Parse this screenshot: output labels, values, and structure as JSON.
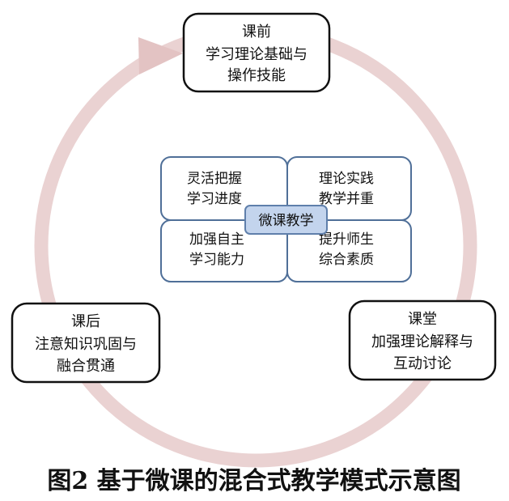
{
  "colors": {
    "cycle_ring": "#ead2d2",
    "cycle_arrow": "#e3c3c3",
    "stage_box_border": "#111111",
    "stage_box_fill": "#ffffff",
    "quadrant_border": "#4f6f98",
    "quadrant_fill": "#ffffff",
    "center_fill": "#c3d4ed",
    "center_border": "#5f7fab",
    "text": "#111111"
  },
  "stages": {
    "before": {
      "title": "课前",
      "lines": [
        "学习理论基础与",
        "操作技能"
      ]
    },
    "during": {
      "title": "课堂",
      "lines": [
        "加强理论解释与",
        "互动讨论"
      ]
    },
    "after": {
      "title": "课后",
      "lines": [
        "注意知识巩固与",
        "融合贯通"
      ]
    }
  },
  "center": {
    "label": "微课教学",
    "quadrants": {
      "top_left": [
        "灵活把握",
        "学习进度"
      ],
      "top_right": [
        "理论实践",
        "教学并重"
      ],
      "bottom_left": [
        "加强自主",
        "学习能力"
      ],
      "bottom_right": [
        "提升师生",
        "综合素质"
      ]
    }
  },
  "caption": {
    "number": "图2",
    "text": "基于微课的混合式教学模式示意图"
  }
}
